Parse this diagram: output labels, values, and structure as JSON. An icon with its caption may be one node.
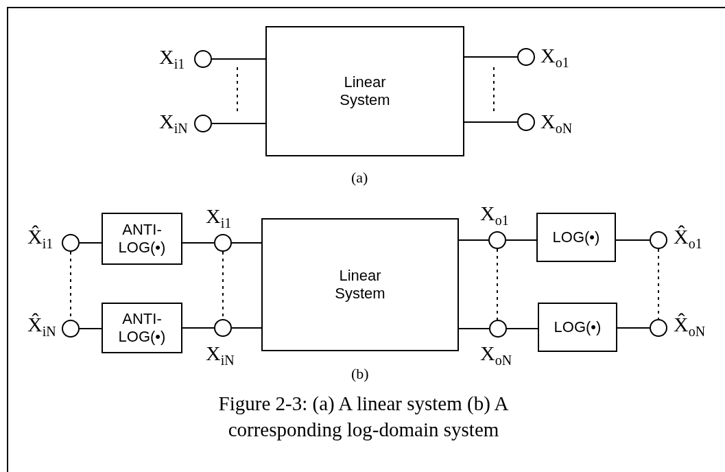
{
  "diagram": {
    "caption": "Figure 2-3: (a) A linear system (b) A corresponding log-domain system",
    "nodes": [
      {
        "text": [],
        "shape": "circle",
        "beside": [
          "X$_{i1}$"
        ]
      },
      {
        "text": [],
        "shape": "circle",
        "beside": [
          "X$_{iN}$"
        ]
      },
      {
        "text": [
          "Linear System"
        ]
      },
      {
        "text": [],
        "shape": "circle",
        "beside": [
          "X$_{o1}$"
        ]
      },
      {
        "text": [],
        "shape": "circle",
        "beside": [
          "X$_{oN}$"
        ]
      },
      {
        "text": [],
        "shape": "circle",
        "beside": [
          "X̂$_{i1}$"
        ]
      },
      {
        "text": [
          "ANTI- LOG(•)"
        ]
      },
      {
        "text": [],
        "shape": "circle",
        "beside": [
          "X$_{i1}$"
        ]
      },
      {
        "text": [],
        "shape": "circle",
        "beside": [
          "X̂$_{iN}$"
        ]
      },
      {
        "text": [
          "ANTI- LOG(•)"
        ]
      },
      {
        "text": [],
        "shape": "circle",
        "beside": [
          "X$_{iN}$"
        ]
      },
      {
        "text": [
          "Linear System"
        ]
      },
      {
        "text": [],
        "shape": "circle",
        "beside": [
          "X$_{o1}$"
        ]
      },
      {
        "text": [
          "LOG(•)"
        ]
      },
      {
        "text": [],
        "shape": "circle",
        "beside": [
          "X̂$_{o1}$"
        ]
      },
      {
        "text": [],
        "shape": "circle",
        "beside": [
          "X$_{oN}$"
        ]
      },
      {
        "text": [
          "LOG(•)"
        ]
      },
      {
        "text": [],
        "shape": "circle",
        "beside": [
          "X̂$_{oN}$"
        ]
      }
    ],
    "edges": [
      {
        "from": 0,
        "to": 2,
        "arrow": "none"
      },
      {
        "from": 1,
        "to": 2,
        "arrow": "none"
      },
      {
        "from": 2,
        "to": 3,
        "arrow": "none"
      },
      {
        "from": 2,
        "to": 4,
        "arrow": "none"
      },
      {
        "from": 5,
        "to": 6,
        "arrow": "none"
      },
      {
        "from": 6,
        "to": 7,
        "arrow": "none"
      },
      {
        "from": 7,
        "to": 11,
        "arrow": "none"
      },
      {
        "from": 8,
        "to": 9,
        "arrow": "none"
      },
      {
        "from": 9,
        "to": 10,
        "arrow": "none"
      },
      {
        "from": 10,
        "to": 11,
        "arrow": "none"
      },
      {
        "from": 11,
        "to": 12,
        "arrow": "none"
      },
      {
        "from": 12,
        "to": 13,
        "arrow": "none"
      },
      {
        "from": 13,
        "to": 14,
        "arrow": "none"
      },
      {
        "from": 11,
        "to": 15,
        "arrow": "none"
      },
      {
        "from": 15,
        "to": 16,
        "arrow": "none"
      },
      {
        "from": 16,
        "to": 17,
        "arrow": "none"
      },
      {
        "from": 5,
        "to": 8,
        "arrow": "none",
        "style": "dashed"
      },
      {
        "from": 7,
        "to": 10,
        "arrow": "none",
        "style": "dashed"
      },
      {
        "from": 12,
        "to": 15,
        "arrow": "none",
        "style": "dashed"
      },
      {
        "from": 14,
        "to": 17,
        "arrow": "none",
        "style": "dashed"
      }
    ],
    "labels": [
      "(a)",
      "(b)"
    ]
  }
}
